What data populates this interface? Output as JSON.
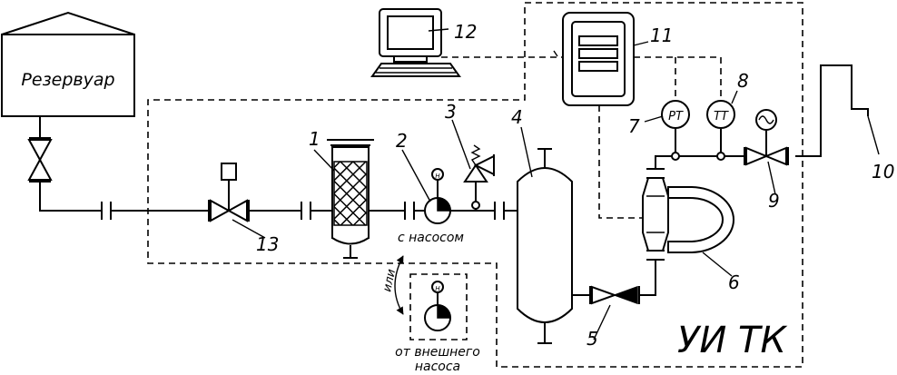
{
  "labels": {
    "reservoir": "Резервуар",
    "n1": "1",
    "n2": "2",
    "n3": "3",
    "n4": "4",
    "n5": "5",
    "n6": "6",
    "n7": "7",
    "n8": "8",
    "n9": "9",
    "n10": "10",
    "n11": "11",
    "n12": "12",
    "n13": "13",
    "pt": "PT",
    "tt": "TT",
    "pump_mark": "Н",
    "with_pump": "с насосом",
    "or": "или",
    "external_line1": "от внешнего",
    "external_line2": "насоса",
    "unit": "УИ ТК"
  }
}
